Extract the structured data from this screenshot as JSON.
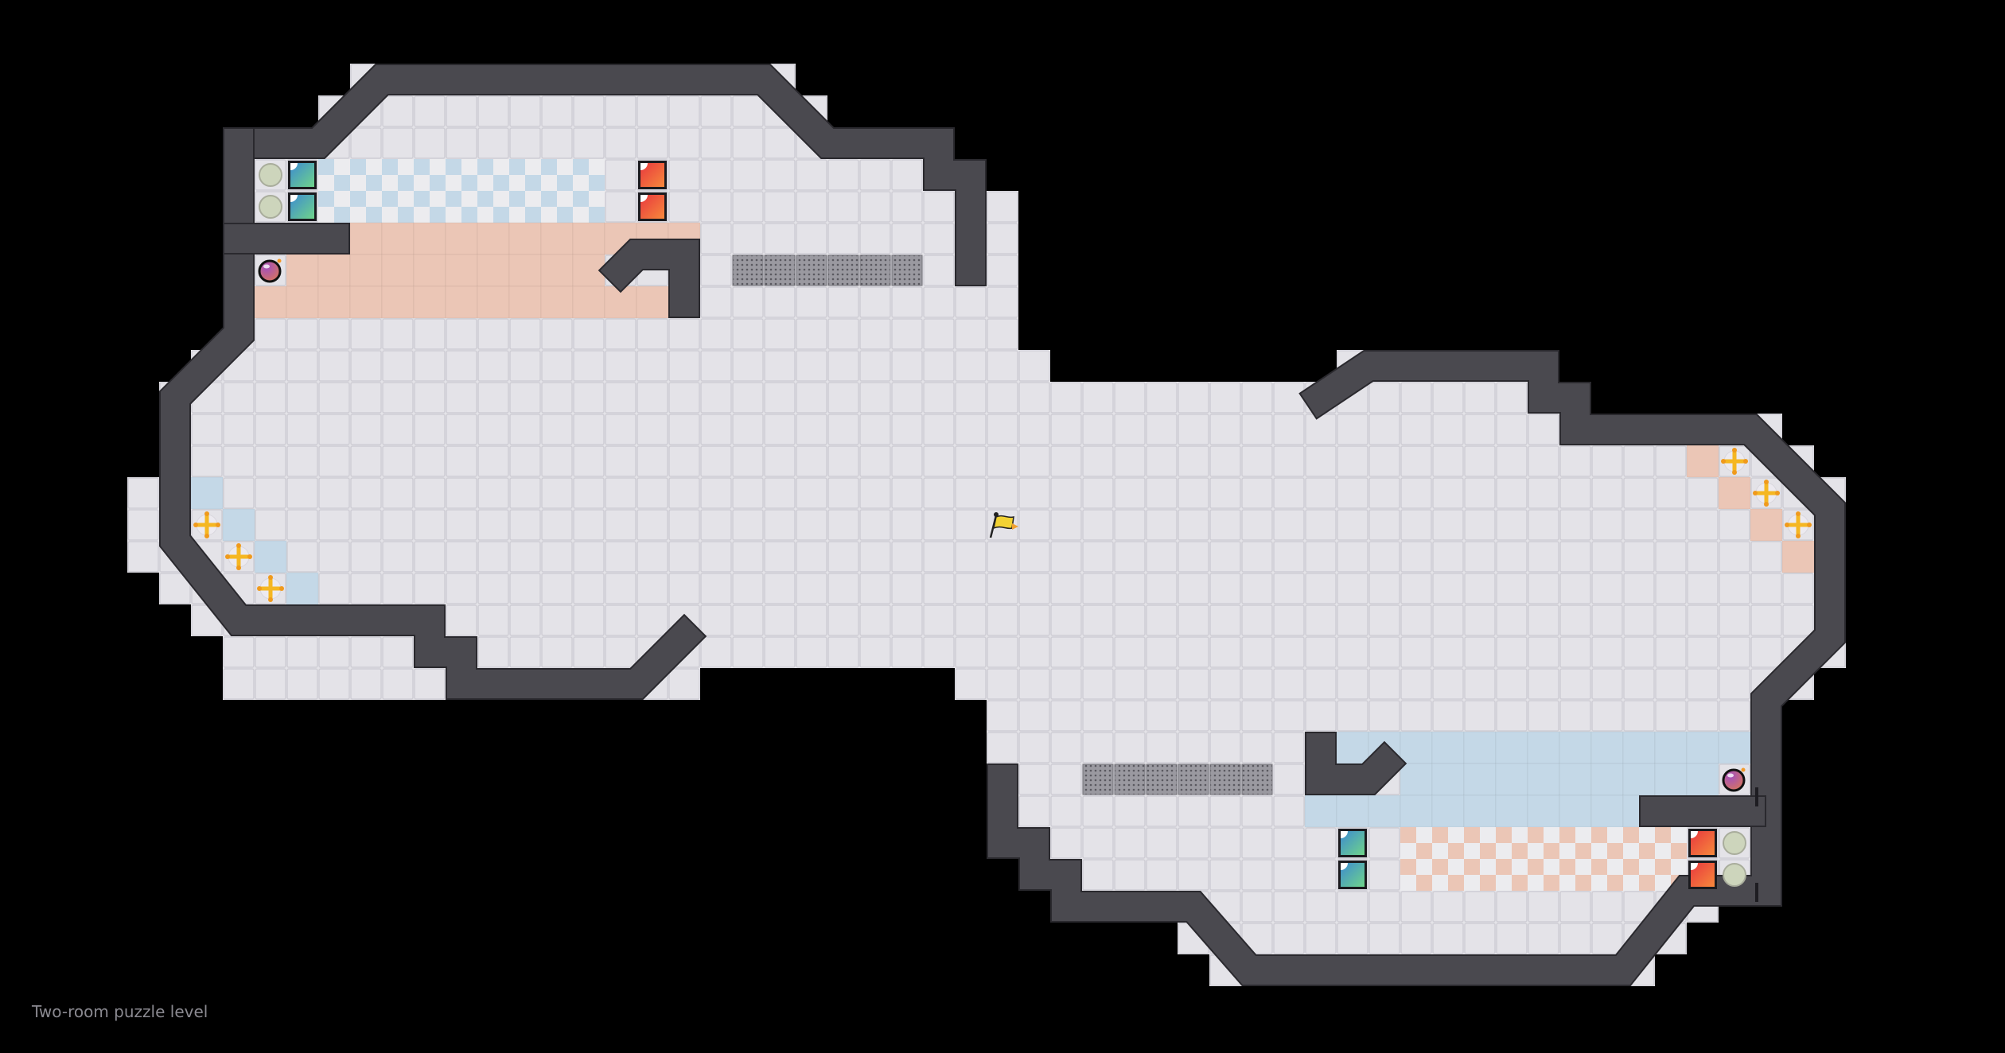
{
  "level": {
    "title": "Two-room puzzle level",
    "background_color": "#000000",
    "floor_color": "#e4e3e8",
    "floor_edge_color": "#cfced5",
    "outer_floor_color": "#e9e8ec",
    "wall_color": "#4a494f",
    "wall_edge_color": "#2a292e"
  },
  "zones": {
    "peach": {
      "color": "#ebc6b6"
    },
    "blue": {
      "color": "#c4d8e7"
    }
  },
  "objects": {
    "spawn_flag": {
      "icon": "flag-icon",
      "color": "#f2d233"
    },
    "red_blocks": {
      "icon": "red-block-icon",
      "count": 4,
      "color_a": "#e8383e",
      "color_b": "#f7893c"
    },
    "teal_blocks": {
      "icon": "teal-block-icon",
      "count": 4,
      "color_a": "#3d8bd0",
      "color_b": "#6fd48a"
    },
    "pressure_plates": {
      "icon": "round-plate-icon",
      "count": 4,
      "color": "#cdd5bc"
    },
    "bombs": {
      "icon": "bomb-icon",
      "count": 2,
      "color_a": "#a24fbf",
      "color_b": "#d9775a"
    },
    "spinners": {
      "icon": "cross-spinner-icon",
      "count": 6,
      "color": "#f5b722"
    },
    "grates": {
      "icon": "grate-icon",
      "count": 12,
      "color": "#8a898f"
    }
  }
}
